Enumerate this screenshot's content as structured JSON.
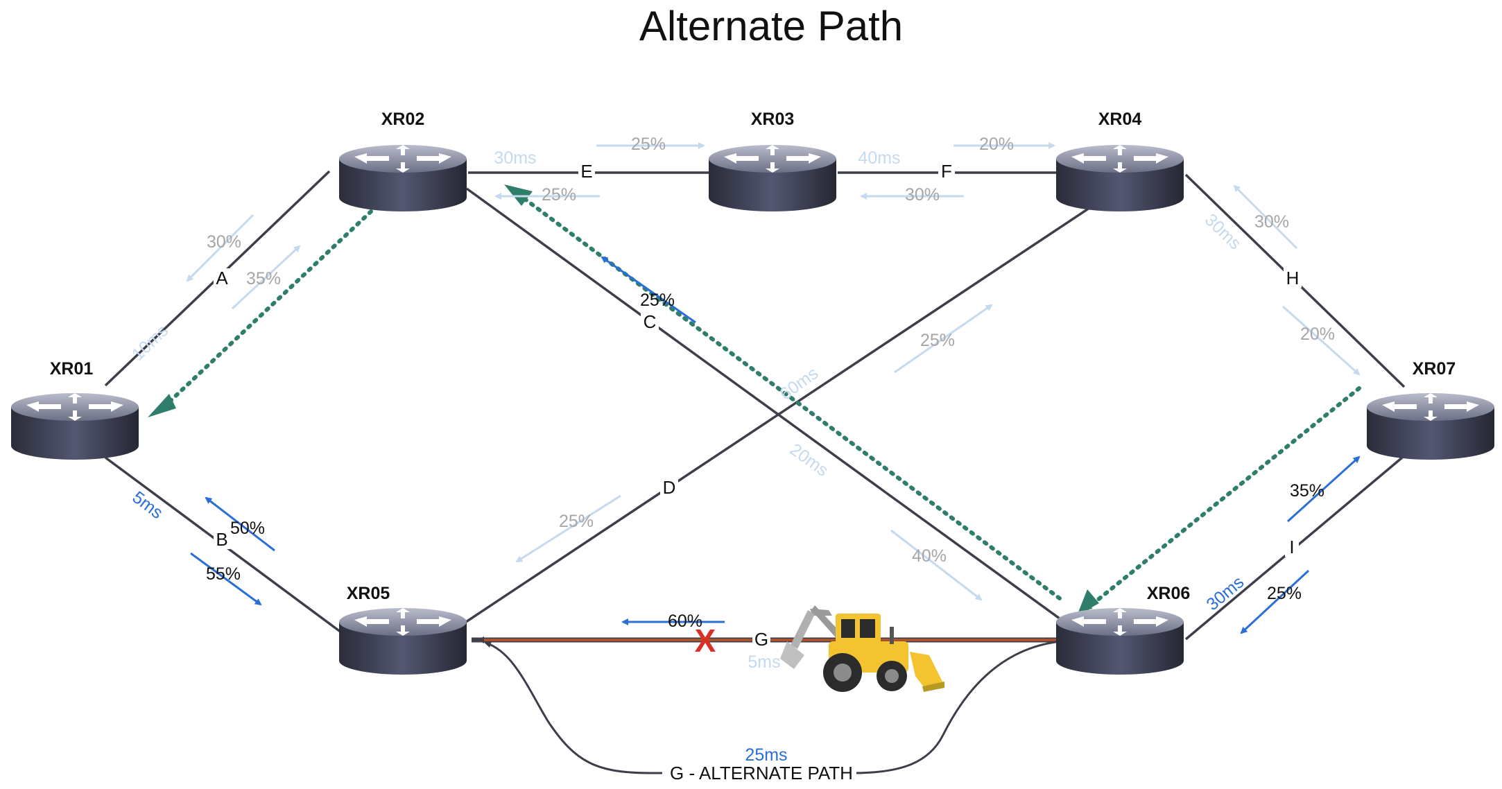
{
  "title": "Alternate Path",
  "routers": {
    "xr01": "XR01",
    "xr02": "XR02",
    "xr03": "XR03",
    "xr04": "XR04",
    "xr05": "XR05",
    "xr06": "XR06",
    "xr07": "XR07"
  },
  "links": {
    "a": {
      "label": "A",
      "delay": "10ms",
      "fwd": "35%",
      "rev": "30%"
    },
    "b": {
      "label": "B",
      "delay": "5ms",
      "fwd": "55%",
      "rev": "50%"
    },
    "c": {
      "label": "C",
      "delay": "60ms",
      "fwd": "40%",
      "rev": "25%"
    },
    "d": {
      "label": "D",
      "delay": "20ms",
      "fwd": "25%",
      "rev": "25%"
    },
    "e": {
      "label": "E",
      "delay": "30ms",
      "fwd": "25%",
      "rev": "25%"
    },
    "f": {
      "label": "F",
      "delay": "40ms",
      "fwd": "20%",
      "rev": "30%"
    },
    "g": {
      "label": "G",
      "delay": "5ms",
      "rev": "60%",
      "failed_mark": "X"
    },
    "h": {
      "label": "H",
      "delay": "30ms",
      "fwd": "20%",
      "rev": "30%"
    },
    "i": {
      "label": "I",
      "delay": "30ms",
      "fwd": "35%",
      "rev": "25%"
    },
    "alt": {
      "label": "G - ALTERNATE PATH",
      "delay": "25ms"
    }
  },
  "colors": {
    "link": "#3c3f4a",
    "faint_arrow": "#c5d9ef",
    "active_arrow": "#2a6fd6",
    "reroute": "#2f7d6b",
    "failed_link": "#b5542a",
    "failed_mark": "#d93025"
  },
  "icons": [
    "router-icon",
    "backhoe-loader-icon"
  ]
}
